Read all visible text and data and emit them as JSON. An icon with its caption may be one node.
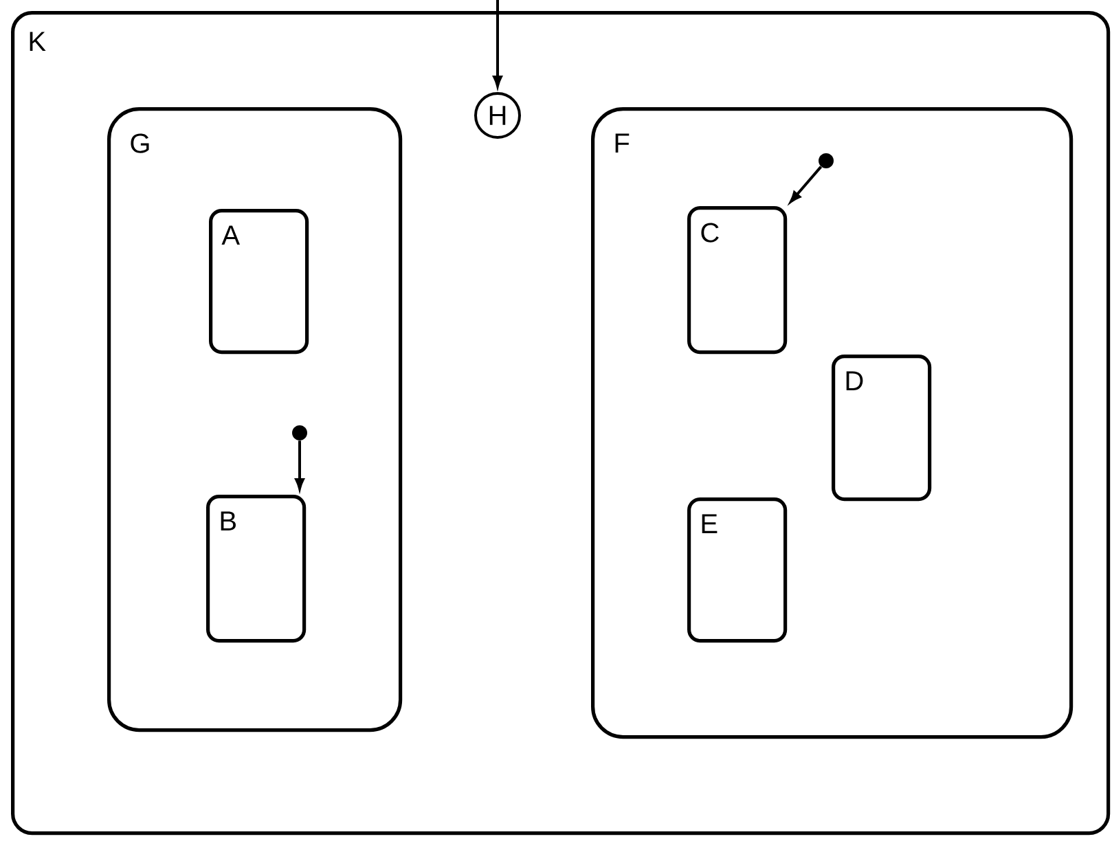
{
  "diagram": {
    "nodes": [
      {
        "text": [
          "K"
        ]
      },
      {
        "text": [
          "G"
        ],
        "in": 0
      },
      {
        "text": [
          "A"
        ],
        "in": 1
      },
      {
        "text": [],
        "shape": "circle",
        "in": 1
      },
      {
        "text": [
          "B"
        ],
        "in": 1
      },
      {
        "text": [
          "H"
        ],
        "in": 0
      },
      {
        "text": [
          "F"
        ],
        "in": 0
      },
      {
        "text": [],
        "shape": "circle",
        "in": 6
      },
      {
        "text": [
          "C"
        ],
        "in": 6
      },
      {
        "text": [
          "D"
        ],
        "in": 6
      },
      {
        "text": [
          "E"
        ],
        "in": 6
      }
    ],
    "edges": [
      {
        "from": null,
        "to": 5,
        "arrow": "to"
      },
      {
        "from": 3,
        "to": 4,
        "arrow": "to"
      },
      {
        "from": 7,
        "to": 8,
        "arrow": "to"
      }
    ]
  }
}
